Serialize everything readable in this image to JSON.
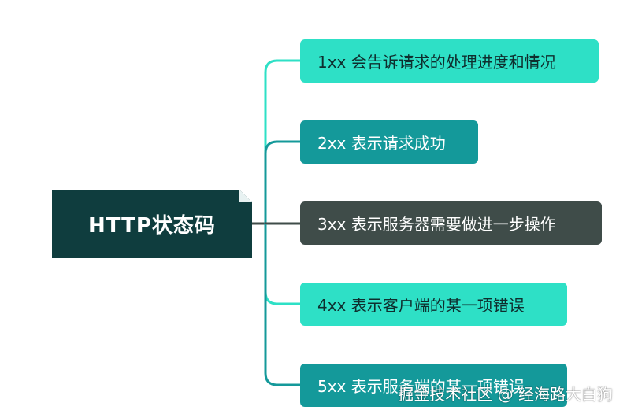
{
  "root": {
    "label": "HTTP状态码",
    "color": "#0f3d3e"
  },
  "branches": [
    {
      "label": "1xx 会告诉请求的处理进度和情况",
      "color": "#2ee0c6"
    },
    {
      "label": "2xx 表示请求成功",
      "color": "#14999a"
    },
    {
      "label": "3xx 表示服务器需要做进一步操作",
      "color": "#3f4c49"
    },
    {
      "label": "4xx 表示客户端的某一项错误",
      "color": "#2ee0c6"
    },
    {
      "label": "5xx 表示服务端的某一项错误",
      "color": "#14999a"
    }
  ],
  "connector_colors": {
    "teal_light": "#2ee0c6",
    "teal_dark": "#14999a",
    "gray": "#3f4c49"
  },
  "watermark": "掘金技术社区 @ 经海路大白狗"
}
